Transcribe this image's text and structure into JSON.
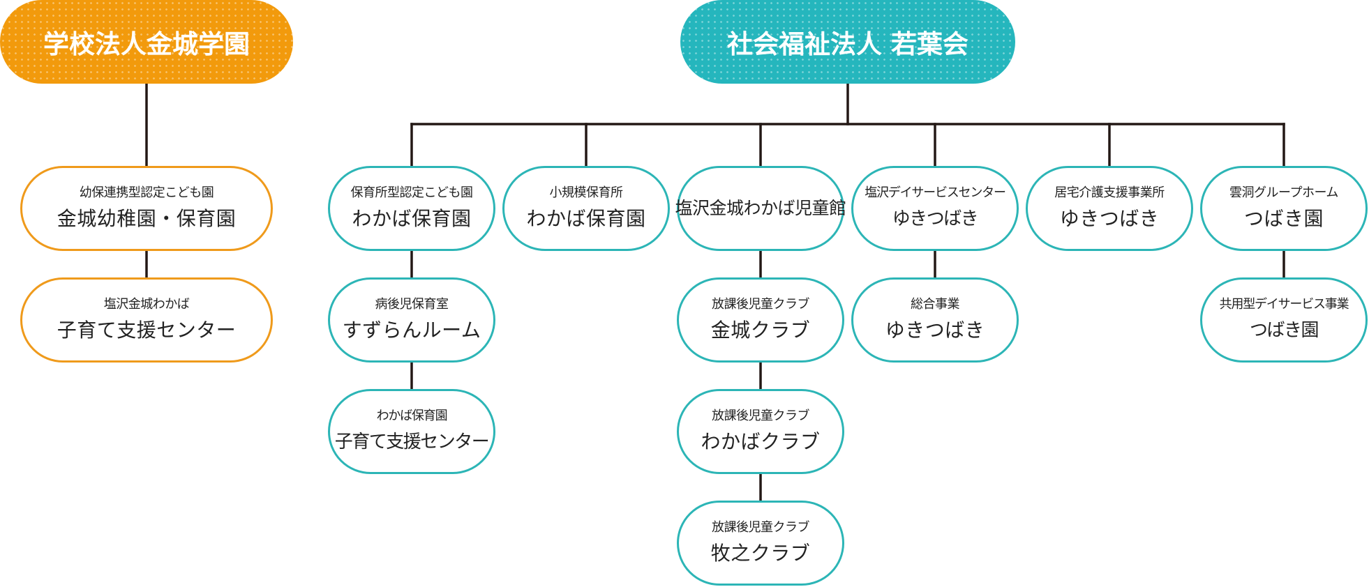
{
  "roots": {
    "left": "学校法人金城学園",
    "right": "社会福祉法人 若葉会"
  },
  "left_nodes": [
    {
      "sub": "幼保連携型認定こども園",
      "main": "金城幼稚園・保育園"
    },
    {
      "sub": "塩沢金城わかば",
      "main": "子育て支援センター"
    }
  ],
  "right_nodes": [
    {
      "sub": "保育所型認定こども園",
      "main": "わかば保育園"
    },
    {
      "sub": "病後児保育室",
      "main": "すずらんルーム"
    },
    {
      "sub": "わかば保育園",
      "main": "子育て支援センター"
    },
    {
      "sub": "小規模保育所",
      "main": "わかば保育園"
    },
    {
      "main": "塩沢金城わかば児童館"
    },
    {
      "sub": "放課後児童クラブ",
      "main": "金城クラブ"
    },
    {
      "sub": "放課後児童クラブ",
      "main": "わかばクラブ"
    },
    {
      "sub": "放課後児童クラブ",
      "main": "牧之クラブ"
    },
    {
      "sub": "塩沢デイサービスセンター",
      "main": "ゆきつばき"
    },
    {
      "sub": "総合事業",
      "main": "ゆきつばき"
    },
    {
      "sub": "居宅介護支援事業所",
      "main": "ゆきつばき"
    },
    {
      "sub": "雲洞グループホーム",
      "main": "つばき園"
    },
    {
      "sub": "共用型デイサービス事業",
      "main": "つばき園"
    }
  ],
  "colors": {
    "orange": "#f29a0c",
    "teal": "#25b6bd",
    "line": "#231815"
  }
}
